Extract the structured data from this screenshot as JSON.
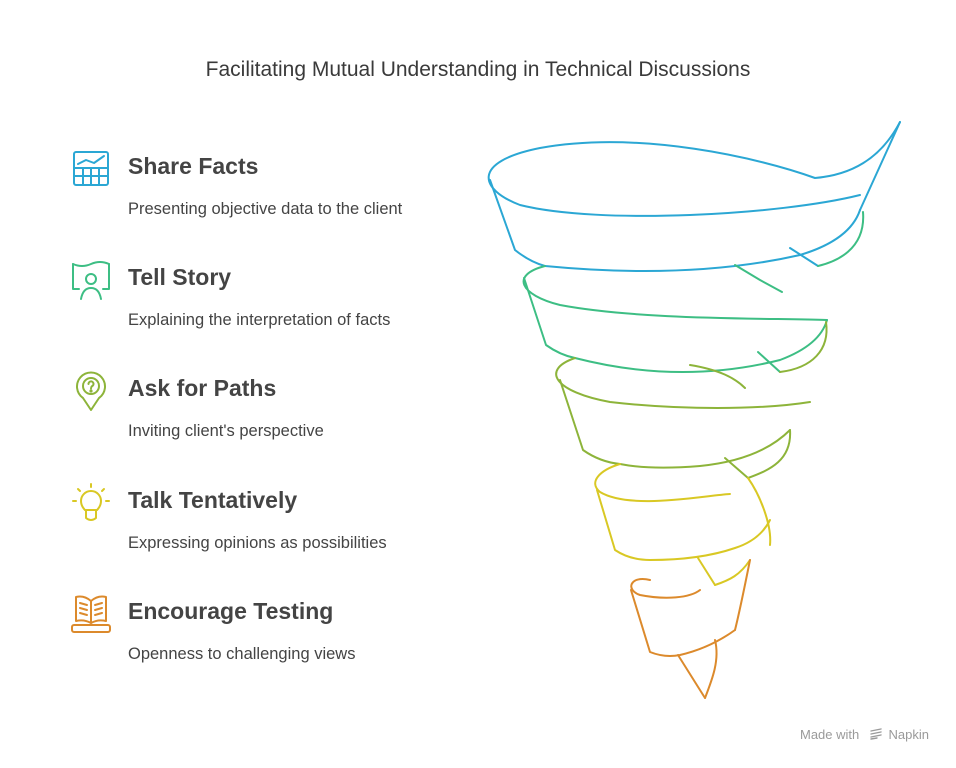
{
  "title": "Facilitating Mutual Understanding in Technical Discussions",
  "items": [
    {
      "heading": "Share Facts",
      "description": "Presenting objective data to the client",
      "icon": "chart-grid-icon",
      "color": "#2BA7D4"
    },
    {
      "heading": "Tell Story",
      "description": "Explaining the interpretation of facts",
      "icon": "presenter-icon",
      "color": "#3DBE84"
    },
    {
      "heading": "Ask for Paths",
      "description": "Inviting client's perspective",
      "icon": "question-pin-icon",
      "color": "#8DB43A"
    },
    {
      "heading": "Talk Tentatively",
      "description": "Expressing opinions as possibilities",
      "icon": "lightbulb-icon",
      "color": "#D9C824"
    },
    {
      "heading": "Encourage Testing",
      "description": "Openness to challenging views",
      "icon": "open-book-icon",
      "color": "#DC8A2C"
    }
  ],
  "footer": {
    "made_with": "Made with",
    "brand": "Napkin"
  }
}
